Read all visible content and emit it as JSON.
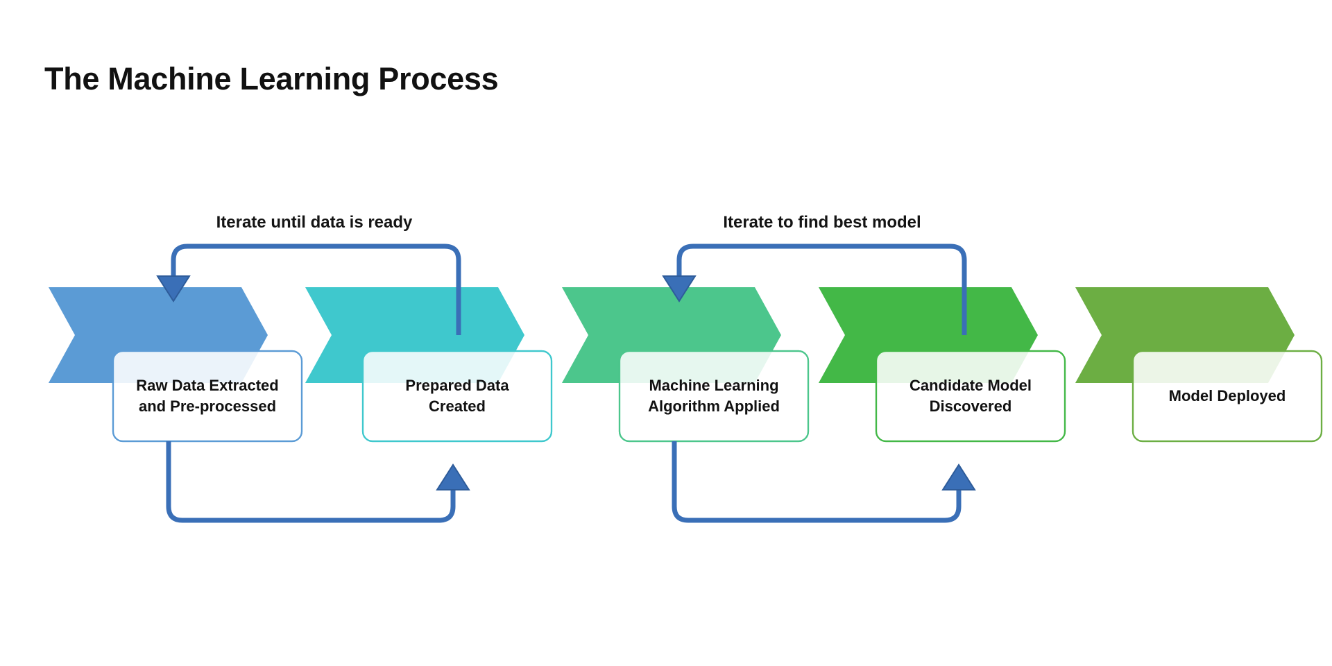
{
  "page": {
    "title": "The Machine Learning Process",
    "background_color": "#ffffff"
  },
  "diagram": {
    "type": "chevron-process-flow",
    "orientation": "horizontal-left-to-right",
    "stage_count": 5,
    "stages": [
      {
        "index": 1,
        "label": "Raw Data Extracted and Pre-processed",
        "line1": "Raw Data Extracted",
        "line2": "and Pre-processed",
        "chevron_color": "#5B9BD5",
        "box_border_color": "#5B9BD5",
        "box_fill_color": "#EDF3FA"
      },
      {
        "index": 2,
        "label": "Prepared Data Created",
        "line1": "Prepared Data",
        "line2": "Created",
        "chevron_color": "#3FC8CD",
        "box_border_color": "#3FC8CD",
        "box_fill_color": "#EDF9F9"
      },
      {
        "index": 3,
        "label": "Machine Learning Algorithm Applied",
        "line1": "Machine Learning",
        "line2": "Algorithm Applied",
        "chevron_color": "#4CC68C",
        "box_border_color": "#4CC68C",
        "box_fill_color": "#EFF8F2"
      },
      {
        "index": 4,
        "label": "Candidate Model Discovered",
        "line1": "Candidate Model",
        "line2": "Discovered",
        "chevron_color": "#43B847",
        "box_border_color": "#43B847",
        "box_fill_color": "#EFF7EF"
      },
      {
        "index": 5,
        "label": "Model Deployed",
        "line1": "Model Deployed",
        "line2": "",
        "chevron_color": "#6CAE43",
        "box_border_color": "#6CAE43",
        "box_fill_color": "#F0F5EC"
      }
    ],
    "loops": [
      {
        "index": 1,
        "label": "Iterate until data is ready",
        "direction": "backward",
        "from_stage": 2,
        "to_stage": 1,
        "position": "top",
        "color": "#3A6FB7"
      },
      {
        "index": 2,
        "label": "Iterate to find best model",
        "direction": "backward",
        "from_stage": 4,
        "to_stage": 3,
        "position": "top",
        "color": "#3A6FB7"
      },
      {
        "index": 3,
        "label": "",
        "direction": "forward",
        "from_stage": 1,
        "to_stage": 2,
        "position": "bottom",
        "color": "#3A6FB7"
      },
      {
        "index": 4,
        "label": "",
        "direction": "forward",
        "from_stage": 3,
        "to_stage": 4,
        "position": "bottom",
        "color": "#3A6FB7"
      }
    ],
    "arrow_color": "#3A6FB7"
  }
}
